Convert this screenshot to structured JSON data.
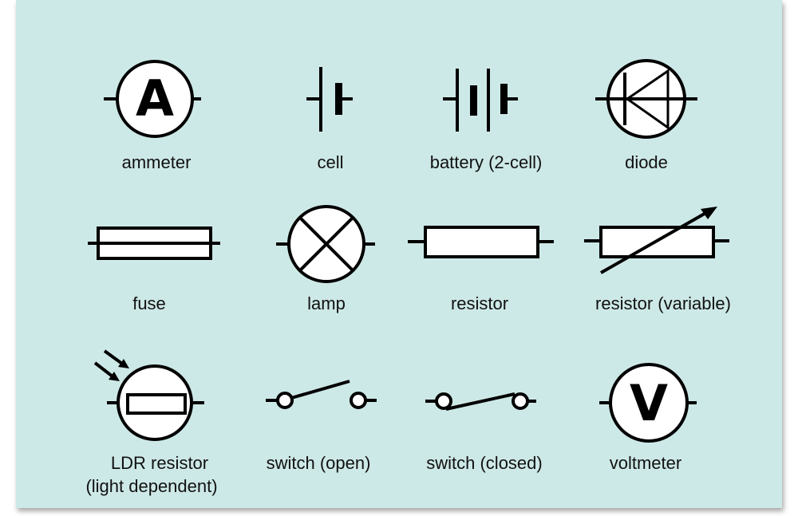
{
  "background_color": "#cde9e7",
  "symbols": [
    {
      "id": "ammeter",
      "label": "ammeter",
      "letter": "A"
    },
    {
      "id": "cell",
      "label": "cell"
    },
    {
      "id": "battery",
      "label": "battery (2-cell)"
    },
    {
      "id": "diode",
      "label": "diode"
    },
    {
      "id": "fuse",
      "label": "fuse"
    },
    {
      "id": "lamp",
      "label": "lamp"
    },
    {
      "id": "resistor",
      "label": "resistor"
    },
    {
      "id": "variable-resistor",
      "label": "resistor (variable)"
    },
    {
      "id": "ldr",
      "label": "LDR resistor",
      "label2": "(light dependent)"
    },
    {
      "id": "switch-open",
      "label": "switch (open)"
    },
    {
      "id": "switch-closed",
      "label": "switch (closed)"
    },
    {
      "id": "voltmeter",
      "label": "voltmeter",
      "letter": "V"
    }
  ]
}
